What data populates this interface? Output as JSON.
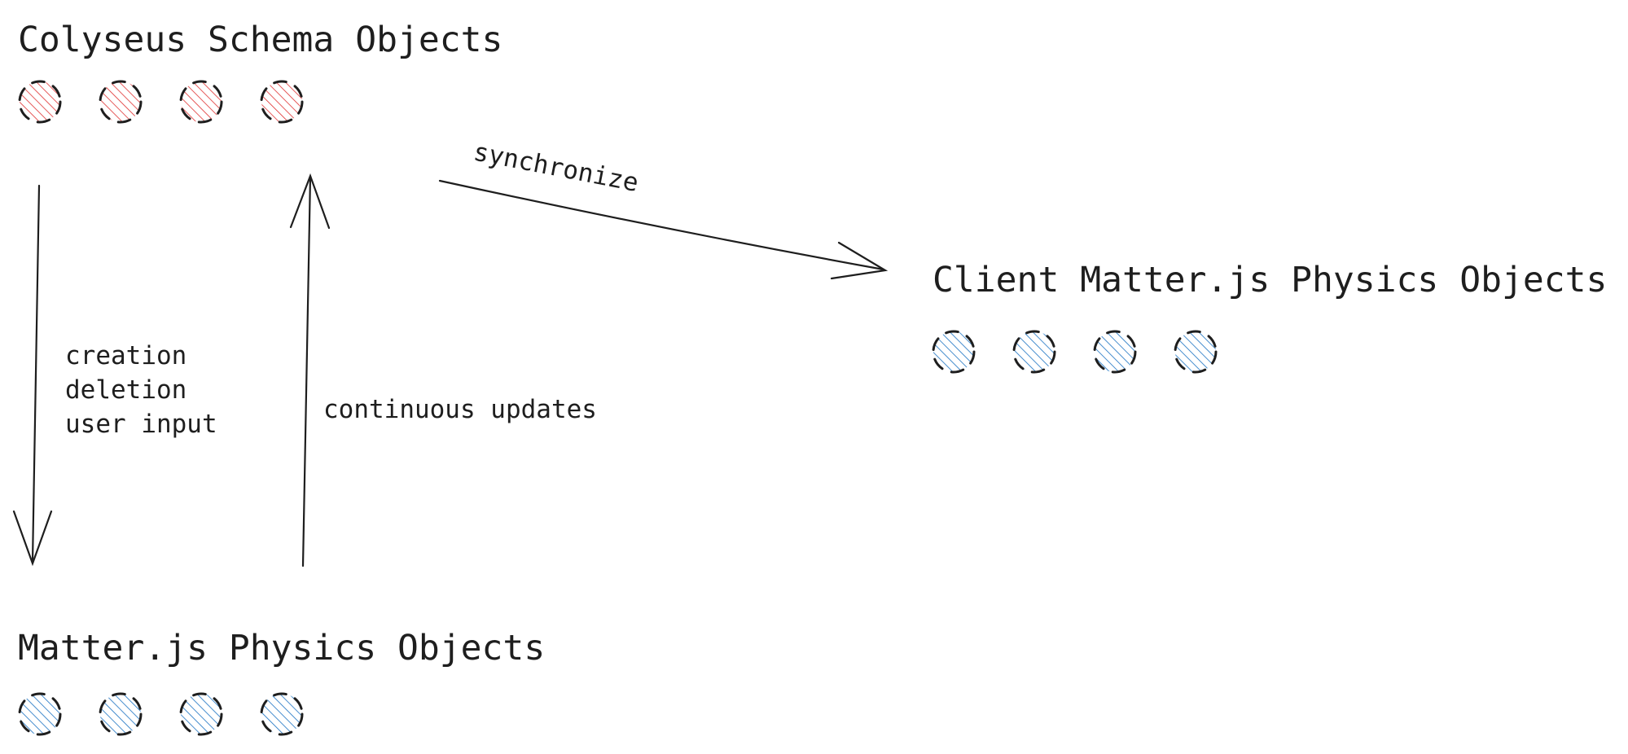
{
  "colors": {
    "stroke": "#1e1e1e",
    "red_hatch": "#e03131",
    "blue_hatch": "#1971c2",
    "background": "#ffffff"
  },
  "groups": {
    "server_schema": {
      "title": "Colyseus Schema Objects",
      "object_count": 4,
      "hatch_color": "red"
    },
    "client_physics": {
      "title": "Client Matter.js Physics Objects",
      "object_count": 4,
      "hatch_color": "blue"
    },
    "server_physics": {
      "title": "Matter.js Physics Objects",
      "object_count": 4,
      "hatch_color": "blue"
    }
  },
  "arrows": {
    "synchronize": {
      "label": "synchronize",
      "from": "Colyseus Schema Objects",
      "to": "Client Matter.js Physics Objects"
    },
    "downward": {
      "labels": [
        "creation",
        "deletion",
        "user input"
      ],
      "from": "Colyseus Schema Objects",
      "to": "Matter.js Physics Objects"
    },
    "upward": {
      "label": "continuous updates",
      "from": "Matter.js Physics Objects",
      "to": "Colyseus Schema Objects"
    }
  }
}
